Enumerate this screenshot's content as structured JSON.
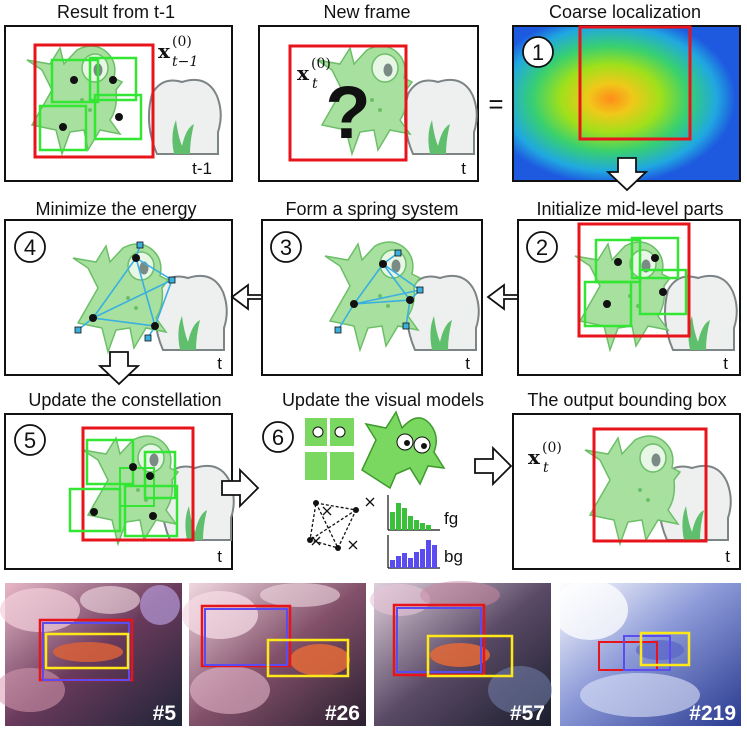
{
  "panels": {
    "result_prev": {
      "title": "Result from t-1",
      "time": "t-1"
    },
    "new_frame": {
      "title": "New frame",
      "time": "t",
      "question": "?"
    },
    "equals": "=",
    "coarse": {
      "title": "Coarse localization",
      "step": "1"
    },
    "init_parts": {
      "title": "Initialize mid-level parts",
      "step": "2",
      "time": "t"
    },
    "spring": {
      "title": "Form a spring system",
      "step": "3",
      "time": "t"
    },
    "minimize": {
      "title": "Minimize the energy",
      "step": "4",
      "time": "t"
    },
    "constellation": {
      "title": "Update the constellation",
      "step": "5",
      "time": "t"
    },
    "visual_models": {
      "title": "Update the visual models",
      "step": "6",
      "fg": "fg",
      "bg": "bg"
    },
    "output": {
      "title": "The output bounding box",
      "time": "t"
    }
  },
  "math": {
    "x_bold": "x",
    "sup": "(0)",
    "sub_prev": "t−1",
    "sub_t": "t"
  },
  "frames": [
    "#5",
    "#26",
    "#57",
    "#219"
  ],
  "colors": {
    "red_box": "#e8141b",
    "green_box": "#33e633",
    "yellow_box": "#ffe81a",
    "blue_box": "#5a4cf0",
    "spring": "#3ab0e0",
    "fish": "#a8e0a0"
  },
  "icons": [
    "arrow-right-icon",
    "arrow-left-icon",
    "arrow-down-icon",
    "fish-icon",
    "rock-icon",
    "heatmap-icon",
    "histogram-icon"
  ]
}
